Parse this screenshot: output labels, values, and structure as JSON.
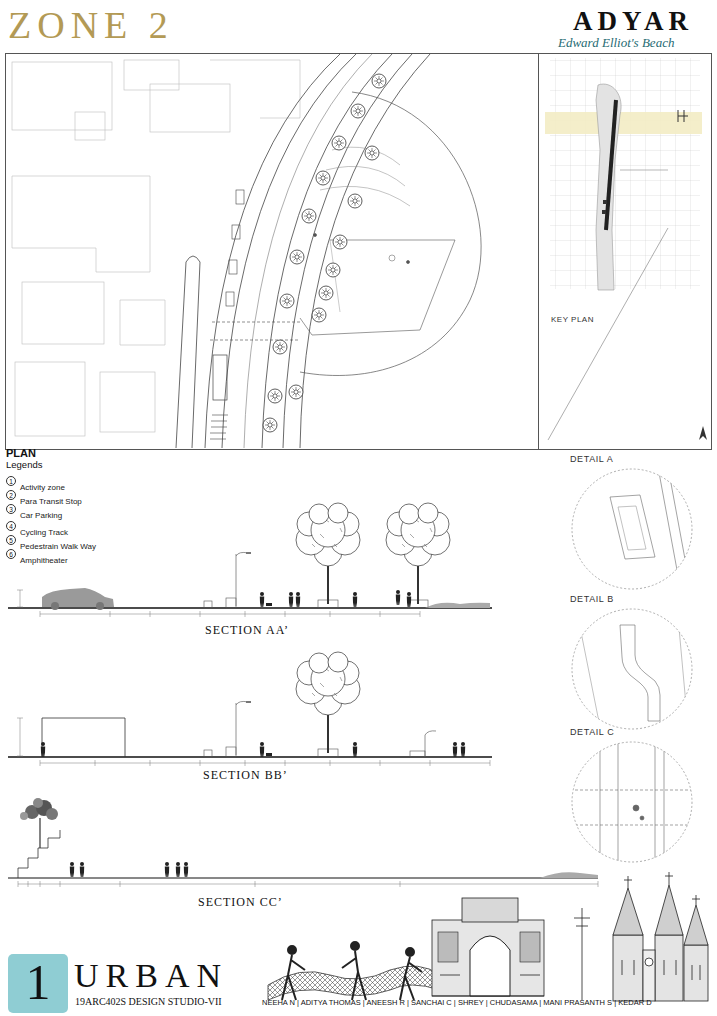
{
  "diagram": {
    "title": "ZONE 2",
    "nodes": [
      {
        "text": [
          "KEY PLAN"
        ]
      },
      {
        "text": [
          "DETAIL A"
        ]
      },
      {
        "text": [
          "DETAIL B"
        ]
      },
      {
        "text": [
          "DETAIL C"
        ]
      },
      {
        "text": [
          "1"
        ]
      }
    ],
    "labels": [
      "ADYAR",
      "Edward Elliot's Beach",
      "PLAN",
      "Legends",
      "1",
      "2",
      "3",
      "4",
      "5",
      "6",
      "SECTION AA’",
      "SECTION BB’",
      "SECTION CC’",
      "URBAN",
      "19ARC402S DESIGN STUDIO-VII",
      "NEEHA N | ADITYA THOMAS | ANEESH R | SANCHAI C | SHREY | CHUDASAMA | MANI PRASANTH S | KEDAR D"
    ],
    "legend": [
      {
        "text": "Activity zone"
      },
      {
        "text": "Para Transit Stop"
      },
      {
        "text": "Car Parking"
      },
      {
        "text": "Cycling Track"
      },
      {
        "text": "Pedestrain Walk Way"
      },
      {
        "text": "Amphitheater"
      }
    ]
  }
}
